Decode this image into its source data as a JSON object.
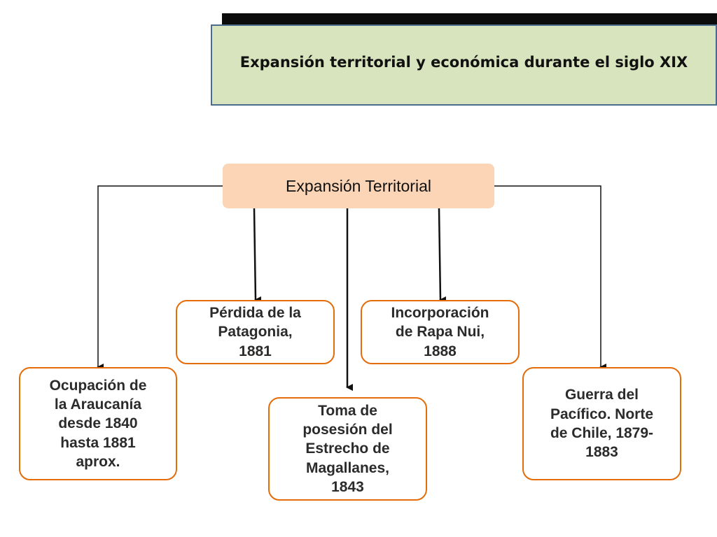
{
  "title": "Expansión territorial y económica durante el siglo XIX",
  "root": {
    "label": "Expansión Territorial"
  },
  "nodes": [
    {
      "id": "araucania",
      "lines": [
        "Ocupación de",
        "la Araucanía",
        "desde 1840",
        "hasta 1881",
        "aprox."
      ]
    },
    {
      "id": "patagonia",
      "lines": [
        "Pérdida de la",
        "Patagonia,",
        "1881"
      ]
    },
    {
      "id": "magallanes",
      "lines": [
        "Toma de",
        "posesión del",
        "Estrecho de",
        "Magallanes,",
        "1843"
      ]
    },
    {
      "id": "rapanui",
      "lines": [
        "Incorporación",
        "de Rapa Nui,",
        "1888"
      ]
    },
    {
      "id": "pacifico",
      "lines": [
        "Guerra del",
        "Pacífico. Norte",
        "de Chile, 1879-",
        "1883"
      ]
    }
  ],
  "colors": {
    "title_fill": "#d7e4bd",
    "title_border": "#4a6d8c",
    "root_fill": "#fbd5b5",
    "node_border": "#e46c0a"
  }
}
